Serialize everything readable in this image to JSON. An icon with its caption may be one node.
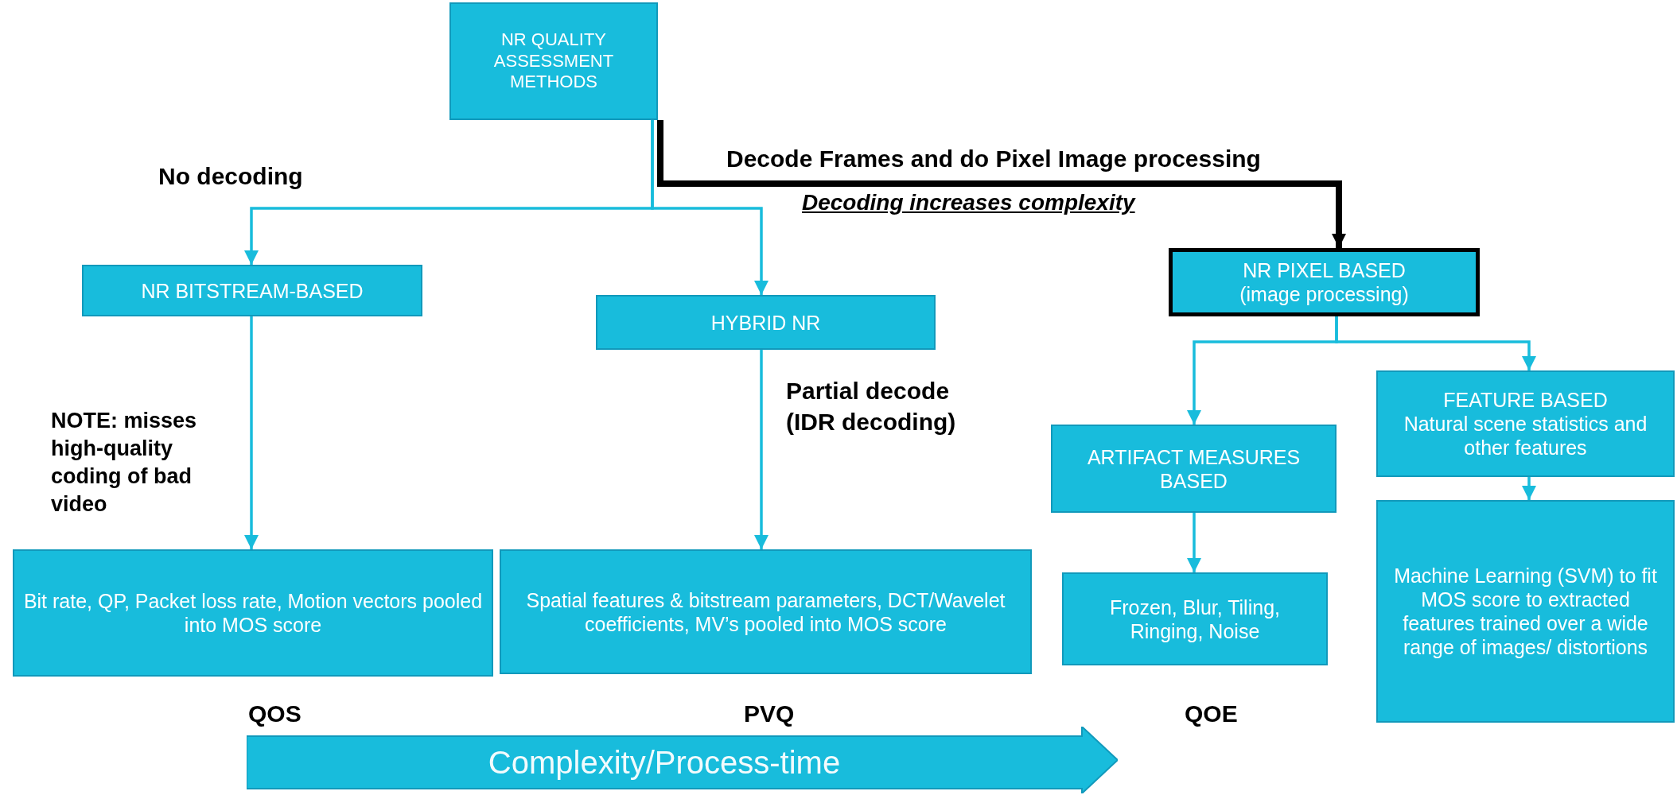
{
  "diagram": {
    "nodes": [
      {
        "text": [
          "NR QUALITY ASSESSMENT METHODS"
        ]
      },
      {
        "text": [
          "NR BITSTREAM-BASED"
        ]
      },
      {
        "text": [
          "NR PIXEL BASED",
          "(image processing)"
        ]
      },
      {
        "text": [
          "HYBRID NR"
        ]
      },
      {
        "text": [
          "FEATURE BASED",
          "Natural scene statistics and other features"
        ]
      },
      {
        "text": [
          "ARTIFACT MEASURES BASED"
        ]
      },
      {
        "text": [
          "Machine Learning (SVM) to fit MOS score to extracted features trained over a wide range of images/ distortions"
        ]
      },
      {
        "text": [
          "Bit rate, QP, Packet loss rate, Motion vectors pooled into MOS score"
        ]
      },
      {
        "text": [
          "Spatial features & bitstream parameters, DCT/Wavelet coefficients, MV’s pooled into MOS score"
        ]
      },
      {
        "text": [
          "Frozen, Blur, Tiling, Ringing, Noise"
        ]
      },
      {
        "text": [
          "Complexity/Process-time"
        ]
      }
    ],
    "edges": [
      {
        "from": 0,
        "to": 1,
        "arrow": "to"
      },
      {
        "from": 0,
        "to": 3,
        "arrow": "to"
      },
      {
        "from": 0,
        "to": 2,
        "arrow": "to",
        "style": "thick",
        "color": "#000000"
      },
      {
        "from": 1,
        "to": 7,
        "arrow": "to"
      },
      {
        "from": 3,
        "to": 8,
        "arrow": "to"
      },
      {
        "from": 2,
        "to": 5,
        "arrow": "to"
      },
      {
        "from": 2,
        "to": 4,
        "arrow": "to"
      },
      {
        "from": 5,
        "to": 9,
        "arrow": "to"
      },
      {
        "from": 4,
        "to": 6,
        "arrow": "to"
      }
    ],
    "labels": [
      "No decoding",
      "Decode Frames and do Pixel Image processing",
      "Decoding increases complexity",
      "NOTE: misses high-quality coding of bad video",
      "Partial decode (IDR decoding)",
      "QOS",
      "PVQ",
      "QOE"
    ]
  }
}
